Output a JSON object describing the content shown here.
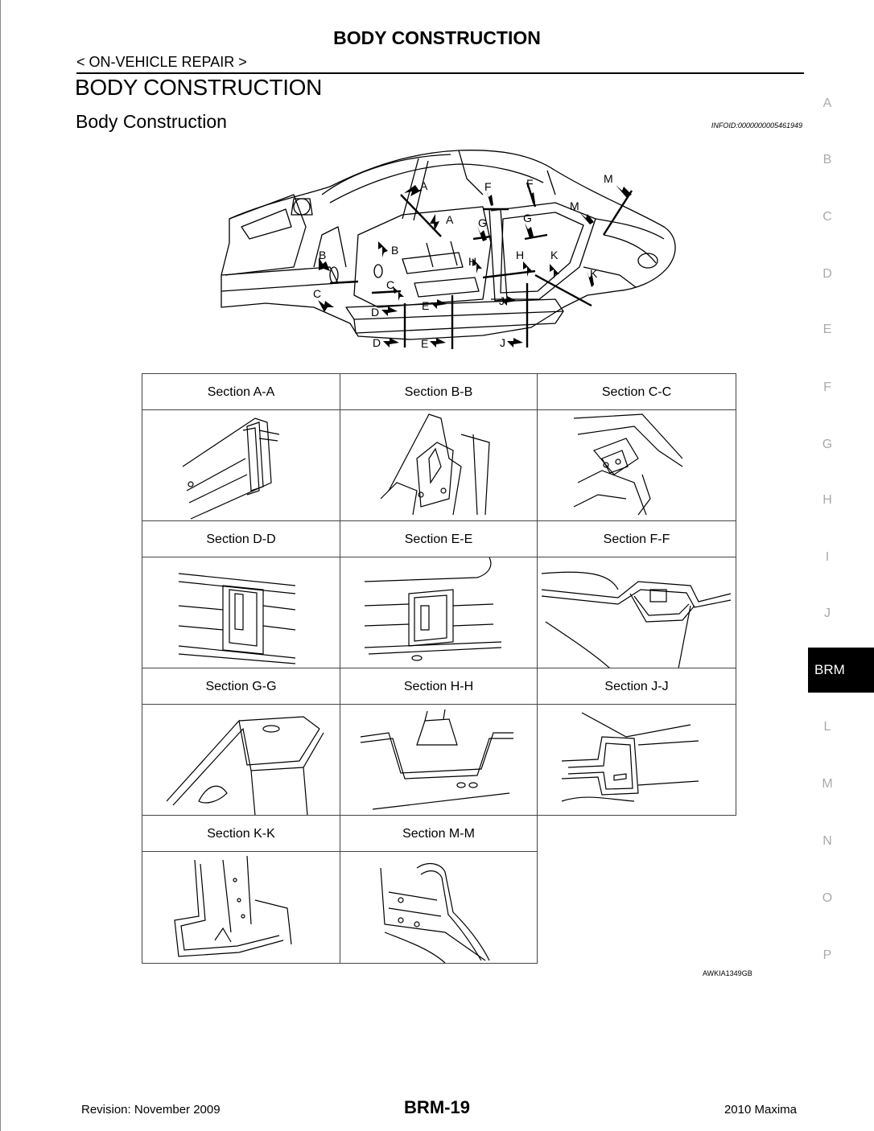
{
  "header": {
    "running_title": "BODY CONSTRUCTION",
    "breadcrumb": "< ON-VEHICLE REPAIR >",
    "title": "BODY CONSTRUCTION",
    "subtitle": "Body Construction",
    "info_id": "INFOID:0000000005461949"
  },
  "side_index": {
    "letters": [
      "A",
      "B",
      "C",
      "D",
      "E",
      "F",
      "G",
      "H",
      "I",
      "J",
      "L",
      "M",
      "N",
      "O",
      "P"
    ],
    "active_tab": "BRM"
  },
  "diagram": {
    "callouts": [
      "A",
      "A",
      "B",
      "B",
      "C",
      "C",
      "D",
      "D",
      "E",
      "E",
      "F",
      "F",
      "G",
      "G",
      "H",
      "H",
      "J",
      "J",
      "K",
      "K",
      "M",
      "M"
    ]
  },
  "sections": [
    {
      "label": "Section A-A"
    },
    {
      "label": "Section B-B"
    },
    {
      "label": "Section C-C"
    },
    {
      "label": "Section D-D"
    },
    {
      "label": "Section E-E"
    },
    {
      "label": "Section F-F"
    },
    {
      "label": "Section G-G"
    },
    {
      "label": "Section H-H"
    },
    {
      "label": "Section J-J"
    },
    {
      "label": "Section  K-K"
    },
    {
      "label": "Section M-M"
    }
  ],
  "figure_code": "AWKIA1349GB",
  "footer": {
    "revision": "Revision: November 2009",
    "page": "BRM-19",
    "model": "2010 Maxima"
  }
}
